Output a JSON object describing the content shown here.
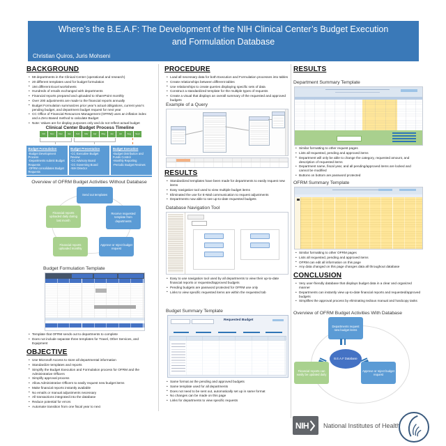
{
  "header": {
    "title": "Where’s the B.E.A.F: The Development of the NIH Clinical Center’s Budget Execution and Formulation Database",
    "authors": "Christian Quiros, Juris Mohseni"
  },
  "left": {
    "background": {
      "heading": "BACKGROUND",
      "bullets": [
        "59 departments in the Clinical Center (operational and research)",
        "20 different templates used for budget formulation",
        "194 different Excel worksheets",
        "Hundreds of emails exchanged with departments",
        "Financial reports prepared and uploaded to SharePoint monthly",
        "Over 200 adjustments are made to the financial reports annually",
        "Budget Formulation summarizes prior year’s actual obligations, current year’s pending budget, and department budget request for next year",
        "CC Office of Financial Resources Management (OFRM) uses an inflation index and a Zero Based method to calculate Budget",
        "Note: Values are for display purposes only and do not reflect actual budget"
      ]
    },
    "timeline": {
      "title": "Clinical Center Budget Process Timeline",
      "months": [
        "Oct",
        "Nov",
        "Dec",
        "Jan",
        "Feb",
        "Mar",
        "Apr",
        "May",
        "Jun",
        "Jul",
        "Aug",
        "Sept"
      ],
      "phases": [
        {
          "heading": "Budget Formulation",
          "lines": [
            "-Budget Development Process",
            "-Departments submit Budget Requests",
            "-OFRM consolidates Budget Requests"
          ]
        },
        {
          "heading": "Budget Presentation",
          "lines": [
            "-CC Executive Budget Review",
            "-CC Advisory Board",
            "-CC Governing Board",
            "-NIH Director"
          ]
        },
        {
          "heading": "Budget Execution",
          "lines": [
            "-Budget Distribution and Funds Control",
            "-Monthly Reporting",
            "-Periodic Budget Reviews"
          ]
        }
      ]
    },
    "flow_without": {
      "title": "Overview of OFRM Budget Activities Without Database",
      "top": "Send out templates",
      "right_node": "Receive requested template from departments",
      "left_node": "Financial reports uploaded daily during last month",
      "bottom_left": "Financial reports uploaded monthly",
      "bottom_right": "Approve or reject budget request"
    },
    "formulation": {
      "title": "Budget Formulation Template",
      "bullets": [
        "Template that OFRM sends out to departments to complete",
        "Does not include separate three templates for Travel, Other Services, and Equipment"
      ]
    },
    "objective": {
      "heading": "OBJECTIVE",
      "bullets": [
        "Use Microsoft Access to store all departmental information",
        "Standardize templates and reports",
        "Simplify the Budget Execution and Formulation process for OFRM and the Administrative Officers",
        "Simplify approval process",
        "Allow Administrative Officers to easily request new budget items",
        "Make financial reports instantly available",
        "No emails or manual adjustments necessary",
        "All transactions integrated into the database",
        "Reduce potential for errors",
        "Automate transition from one fiscal year to next"
      ]
    }
  },
  "middle": {
    "procedure": {
      "heading": "PROCEDURE",
      "bullets": [
        "Load all necessary data for both Execution and Formulation processes into tables",
        "Create relationships between different tables",
        "Use relationships to create queries displaying specific sets of data",
        "Construct a standardized template for the multiple types of requests",
        "Create a visual that displays an overall summary of the requested and approved budgets"
      ]
    },
    "query": {
      "title": "Example of a Query"
    },
    "results": {
      "heading": "RESULTS",
      "bullets": [
        "Standardized templates have been made for departments to easily request new items",
        "Easy navigation tool used to view multiple budget items",
        "Eliminated the use for E-Mail communication to request adjustments",
        "Departments now able to see up-to-date requested budgets"
      ]
    },
    "nav_tool": {
      "title": "Database Navigation Tool",
      "bullets": [
        "Easy to use navigation tool used by all departments to view their up-to-date financial reports or requested/approved budgets",
        "Pending budgets are password protected for OFRM use only",
        "Links to view specific requested items are within the requested tab"
      ]
    },
    "budget_summary": {
      "title": "Budget Summary Template",
      "form_title": "Requested Budget",
      "bullets": [
        "Same format as the pending and approved budgets",
        "Same template used for all departments",
        "Does not need to be sent out, automatically set up in same format",
        "No changes can be made on this page",
        "Links for departments to view specific requests"
      ]
    }
  },
  "right": {
    "results_heading": "RESULTS",
    "dept_summary": {
      "title": "Department Summary Template",
      "bullets": [
        "Similar formatting to other request pages",
        "Lists all requested, pending and approved items",
        "Department will only be able to change the category, requested amount, and description of requested items",
        "Department name, fiscal year, and all pending/approved items are locked and cannot be modified",
        "Buttons on bottom are password protected"
      ]
    },
    "ofrm_summary": {
      "title": "OFRM Summary Template",
      "bullets": [
        "Similar formatting to other OFRM pages",
        "Lists all requested, pending and approved items",
        "OFRM can edit all information on this page",
        "Any data changed on this page changes data all throughout database"
      ]
    },
    "conclusion": {
      "heading": "CONCLUSION",
      "bullets": [
        "Very user-friendly database that displays budget data in a clear and organized manner",
        "Departments can instantly view up-to-date financial reports and requested/approved budgets",
        "Simplifies the approval process by eliminating tedious manual and hardcopy tasks"
      ]
    },
    "flow_with": {
      "title": "Overview of OFRM Budget Activities With Database",
      "top": "Departments request new budget items",
      "center": "B.E.A.F Database",
      "left_node": "Financial reports can easily be updated daily",
      "right_node": "Approve or reject budget request"
    }
  },
  "footer": {
    "nih_acronym": "NIH",
    "nih_name": "National Institutes of Health"
  },
  "colors": {
    "header_blue": "#3a79b8",
    "box_blue": "#5b9bd5",
    "box_green": "#a9d18e",
    "month_green": "#62a84e",
    "center_blue": "#4472c4",
    "highlight_yellow": "#ffe699",
    "footer_green": "#a9d08e"
  }
}
